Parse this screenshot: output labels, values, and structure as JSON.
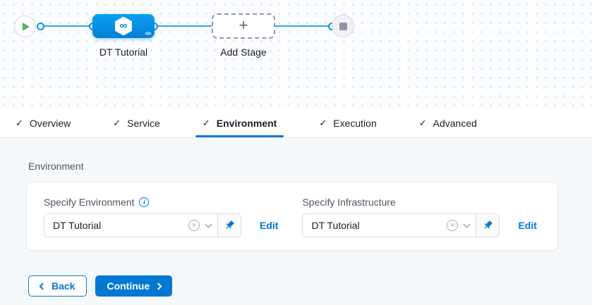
{
  "icons": {
    "check": "✓",
    "infinity": "∞",
    "plus": "+",
    "code": "</>",
    "clear": "×",
    "info": "i"
  },
  "canvas": {
    "stage_label": "DT Tutorial",
    "add_stage_label": "Add Stage"
  },
  "tabs": [
    {
      "label": "Overview",
      "checked": true,
      "active": false
    },
    {
      "label": "Service",
      "checked": true,
      "active": false
    },
    {
      "label": "Environment",
      "checked": true,
      "active": true
    },
    {
      "label": "Execution",
      "checked": true,
      "active": false
    },
    {
      "label": "Advanced",
      "checked": true,
      "active": false
    }
  ],
  "section": {
    "title": "Environment"
  },
  "fields": [
    {
      "label": "Specify Environment",
      "has_info": true,
      "value": "DT Tutorial",
      "edit_label": "Edit"
    },
    {
      "label": "Specify Infrastructure",
      "has_info": false,
      "value": "DT Tutorial",
      "edit_label": "Edit"
    }
  ],
  "buttons": {
    "back": "Back",
    "continue": "Continue"
  },
  "colors": {
    "primary_blue": "#0278d5",
    "connector_blue": "#29a8f0",
    "node_gradient_top": "#0b9ff0",
    "node_gradient_bottom": "#0280d8",
    "play_green": "#54b45a",
    "canvas_bg": "#fbfdfe",
    "content_bg": "#f6f9fc"
  }
}
